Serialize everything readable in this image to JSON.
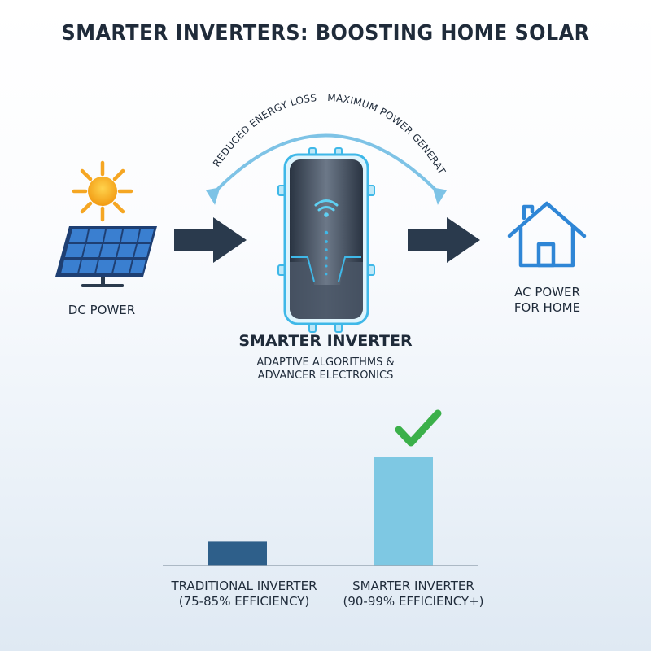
{
  "title": "SMARTER INVERTERS: BOOSTING HOME SOLAR",
  "flow": {
    "source_label": "DC POWER",
    "device_title": "SMARTER INVERTER",
    "device_subtitle_line1": "ADAPTIVE ALGORITHMS &",
    "device_subtitle_line2": "ADVANCER ELECTRONICS",
    "output_label_line1": "AC POWER",
    "output_label_line2": "FOR HOME",
    "arc_left_label": "REDUCED ENERGY LOSSES",
    "arc_right_label": "MAXIMUM POWER GENERATION"
  },
  "icons": {
    "source": "solar-panel-icon",
    "sun": "sun-icon",
    "device": "inverter-icon",
    "home": "house-icon",
    "check": "checkmark-icon"
  },
  "colors": {
    "dark_arrow": "#2a3a4d",
    "traditional_bar": "#2e5f8a",
    "smarter_bar": "#7ec8e3",
    "accent_cyan": "#3fb8e8",
    "house_blue": "#2f86d6",
    "check_green": "#3bb04a",
    "sun_orange": "#f5a623"
  },
  "chart_data": {
    "type": "bar",
    "categories": [
      "TRADITIONAL INVERTER",
      "SMARTER INVERTER"
    ],
    "category_notes": [
      "(75-85% EFFICIENCY)",
      "(90-99% EFFICIENCY+)"
    ],
    "values": [
      20,
      90
    ],
    "ylim": [
      0,
      100
    ],
    "grid": false
  }
}
